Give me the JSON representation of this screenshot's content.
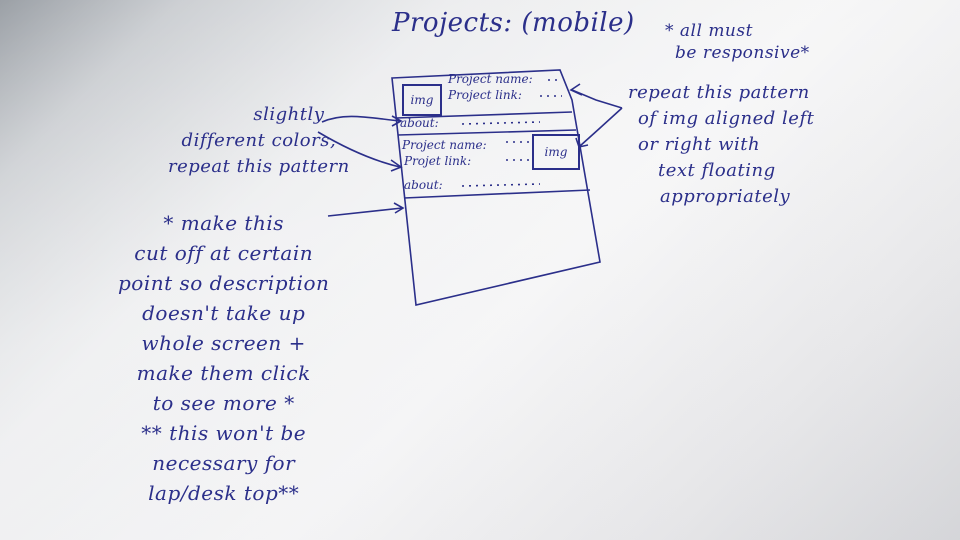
{
  "title": "Projects: (mobile)",
  "top_note": [
    "* all must",
    "be responsive*"
  ],
  "left_note": [
    "slightly",
    "different colors,",
    "repeat this pattern"
  ],
  "right_note": [
    "repeat this pattern",
    "of img aligned left",
    "or right with",
    "text floating",
    "appropriately"
  ],
  "bottom_note": [
    "* make this",
    "cut off at certain",
    "point so description",
    "doesn't take up",
    "whole screen +",
    "make them click",
    "to see more *",
    "** this won't be",
    "necessary for",
    "lap/desk top**"
  ],
  "wireframe": {
    "card1": {
      "img_label": "img",
      "name_label": "Project name:",
      "link_label": "Project link:",
      "about_label": "about:"
    },
    "card2": {
      "img_label": "img",
      "name_label": "Project name:",
      "link_label": "Projet link:",
      "about_label": "about:"
    }
  },
  "colors": {
    "ink": "#2b2f8a"
  }
}
